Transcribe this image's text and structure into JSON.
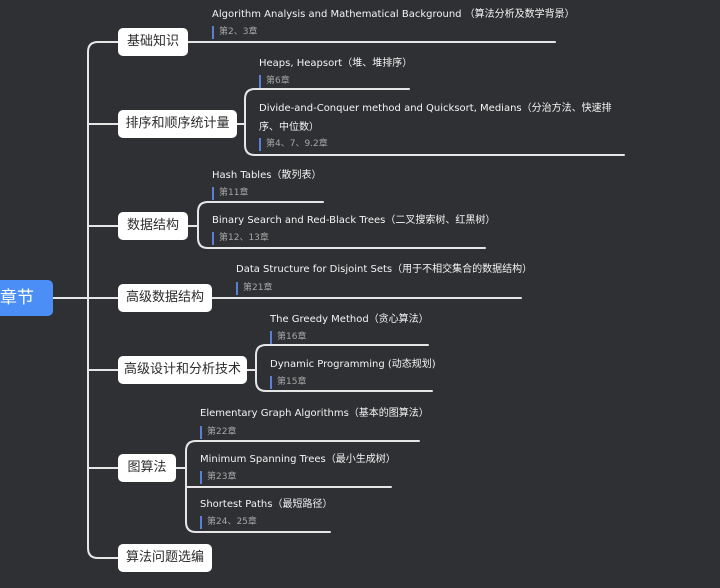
{
  "root": {
    "label": "章节"
  },
  "chapters": [
    {
      "label": "基础知识",
      "topics": [
        {
          "title": "Algorithm Analysis and Mathematical Background （算法分析及数学背景）",
          "note": "第2、3章"
        }
      ]
    },
    {
      "label": "排序和顺序统计量",
      "topics": [
        {
          "title": "Heaps, Heapsort（堆、堆排序）",
          "note": "第6章"
        },
        {
          "title": "Divide-and-Conquer method and Quicksort, Medians（分治方法、快速排序、中位数）",
          "note": "第4、7、9.2章"
        }
      ]
    },
    {
      "label": "数据结构",
      "topics": [
        {
          "title": "Hash Tables（散列表）",
          "note": "第11章"
        },
        {
          "title": "Binary Search and Red-Black Trees（二叉搜索树、红黑树）",
          "note": "第12、13章"
        }
      ]
    },
    {
      "label": "高级数据结构",
      "topics": [
        {
          "title": "Data Structure for Disjoint Sets（用于不相交集合的数据结构）",
          "note": "第21章"
        }
      ]
    },
    {
      "label": "高级设计和分析技术",
      "topics": [
        {
          "title": "The Greedy Method（贪心算法）",
          "note": "第16章"
        },
        {
          "title": "Dynamic Programming (动态规划)",
          "note": "第15章"
        }
      ]
    },
    {
      "label": "图算法",
      "topics": [
        {
          "title": "Elementary Graph Algorithms（基本的图算法）",
          "note": "第22章"
        },
        {
          "title": "Minimum Spanning Trees（最小生成树）",
          "note": "第23章"
        },
        {
          "title": "Shortest Paths（最短路径）",
          "note": "第24、25章"
        }
      ]
    },
    {
      "label": "算法问题选编",
      "topics": []
    }
  ],
  "colors": {
    "background": "#2f3033",
    "root": "#4b8ff6",
    "line": "#e6e6e6",
    "note_bar": "#5b7fd4"
  }
}
